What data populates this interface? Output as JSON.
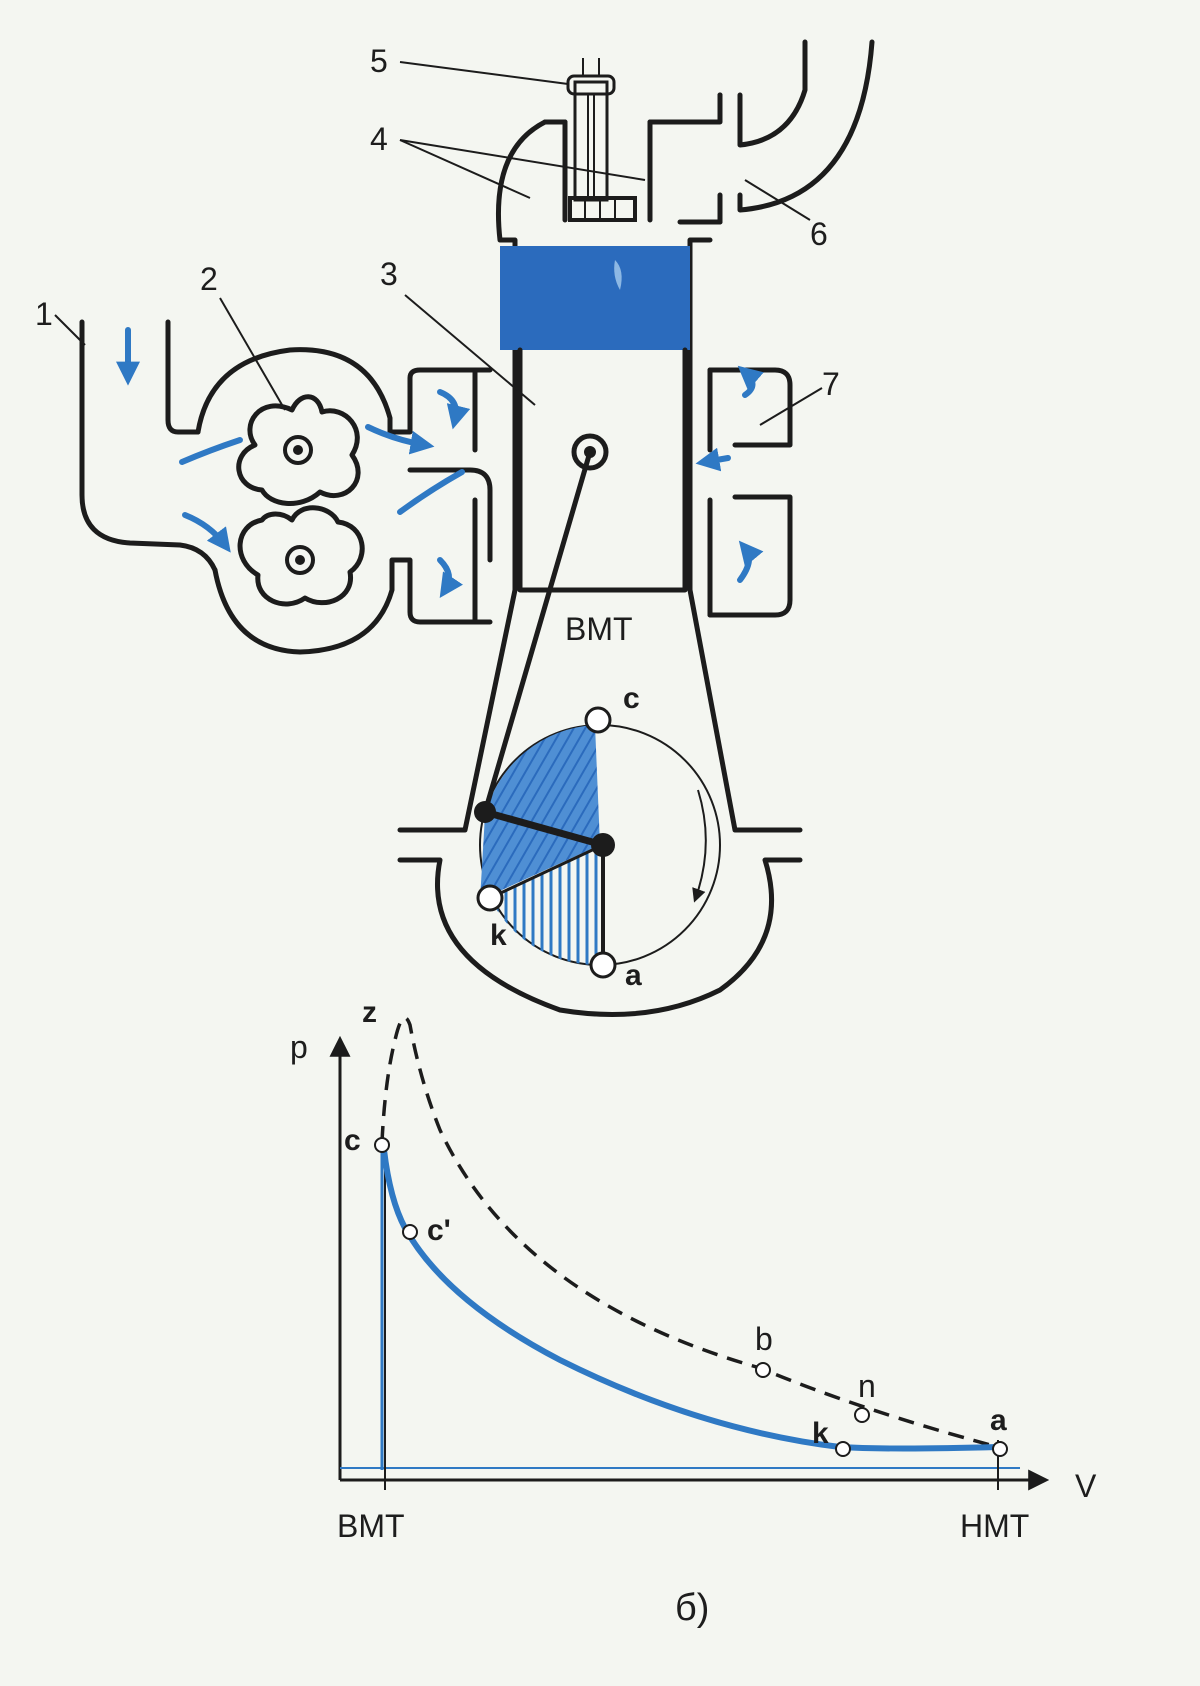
{
  "colors": {
    "accent_blue": "#2f79c4",
    "piston_blue": "#2b6bbd",
    "ink": "#1c1c1c",
    "paper": "#f4f6f1"
  },
  "engine": {
    "part_labels": [
      "1",
      "2",
      "3",
      "4",
      "5",
      "6",
      "7"
    ],
    "tdc_label": "ВМТ",
    "crank_points": {
      "c": "c",
      "k": "k",
      "a": "a"
    }
  },
  "pv_diagram": {
    "axis_p": "p",
    "axis_v": "V",
    "tdc_label": "ВМТ",
    "bdc_label": "НМТ",
    "point_labels": {
      "z": "z",
      "c": "c",
      "c_prime": "c'",
      "b": "b",
      "n": "n",
      "k": "k",
      "a": "a"
    },
    "caption": "б)"
  }
}
